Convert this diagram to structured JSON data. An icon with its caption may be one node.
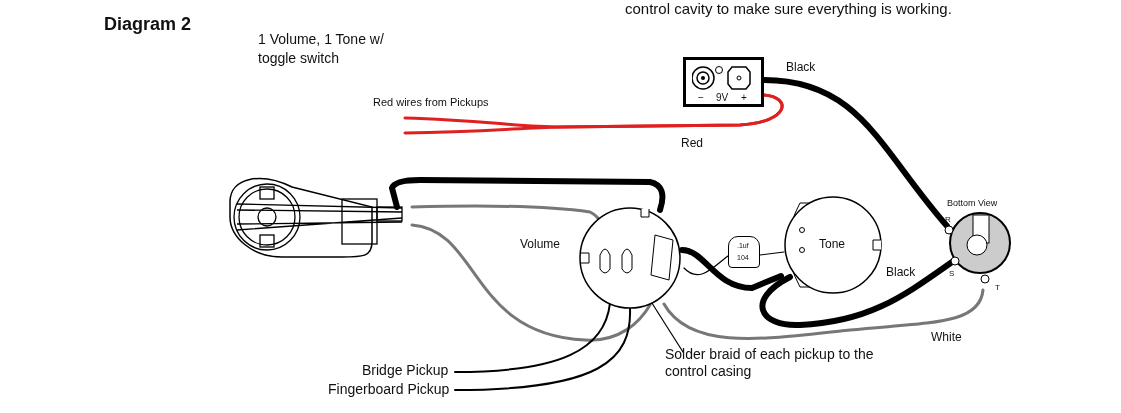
{
  "diagram": {
    "title": "Diagram 2",
    "nodes": [
      {
        "text": [
          "−",
          "9V",
          "+"
        ]
      },
      {
        "text": [],
        "shape": "picture"
      },
      {
        "text": [
          "Volume"
        ]
      },
      {
        "text": [
          ".1uf",
          "104"
        ]
      },
      {
        "text": [
          "Tone"
        ]
      },
      {
        "text": [
          "Bottom View",
          "R",
          "S",
          "T"
        ]
      },
      {
        "text": [
          "Bridge Pickup"
        ]
      },
      {
        "text": [
          "Fingerboard Pickup"
        ]
      },
      {
        "text": [
          "Solder braid of each pickup to the control casing"
        ]
      }
    ],
    "edges": [
      {
        "from": null,
        "to": 0,
        "arrow": "none",
        "label": "Red",
        "color": "#e02020"
      },
      {
        "from": null,
        "to": 0,
        "arrow": "none",
        "color": "#e02020"
      },
      {
        "from": 0,
        "to": 5,
        "arrow": "none",
        "label": "Black",
        "style": "thick"
      },
      {
        "from": 1,
        "to": 2,
        "arrow": "none",
        "style": "thick"
      },
      {
        "from": 1,
        "to": 2,
        "arrow": "none",
        "color": "#777777"
      },
      {
        "from": 1,
        "to": 2,
        "arrow": "none",
        "color": "#777777"
      },
      {
        "from": 2,
        "to": 4,
        "arrow": "none",
        "style": "thick"
      },
      {
        "from": 2,
        "to": 3,
        "arrow": "none"
      },
      {
        "from": 3,
        "to": 4,
        "arrow": "none"
      },
      {
        "from": 4,
        "to": 5,
        "arrow": "none",
        "label": "Black",
        "style": "thick"
      },
      {
        "from": 2,
        "to": 5,
        "arrow": "none",
        "label": "White",
        "color": "#777777"
      },
      {
        "from": 6,
        "to": 2,
        "arrow": "none"
      },
      {
        "from": 7,
        "to": 2,
        "arrow": "none"
      },
      {
        "from": 8,
        "to": 2,
        "arrow": "none"
      }
    ],
    "labels": [
      "control cavity to make sure everything is working.",
      "1 Volume, 1 Tone w/ toggle switch",
      "Red wires from Pickups"
    ]
  }
}
